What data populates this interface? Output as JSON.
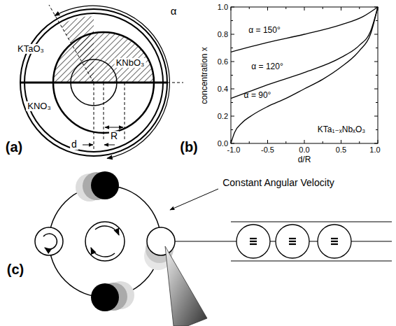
{
  "diagram": {
    "labels": [
      "(a)",
      "(b)",
      "(c)",
      "α",
      "KTaO₃",
      "KNbO₃",
      "KNO₃",
      "d",
      "R",
      "1.0",
      "0.8",
      "0.6",
      "0.4",
      "0.2",
      "0.0",
      "-1.0",
      "-0.5",
      "0.0",
      "0.5",
      "1.0",
      "concentration x",
      "d/R",
      "α = 150°",
      "α = 120°",
      "α = 90°",
      "KTa₁₋ₓNbₓO₃",
      "Constant Angular Velocity"
    ]
  }
}
